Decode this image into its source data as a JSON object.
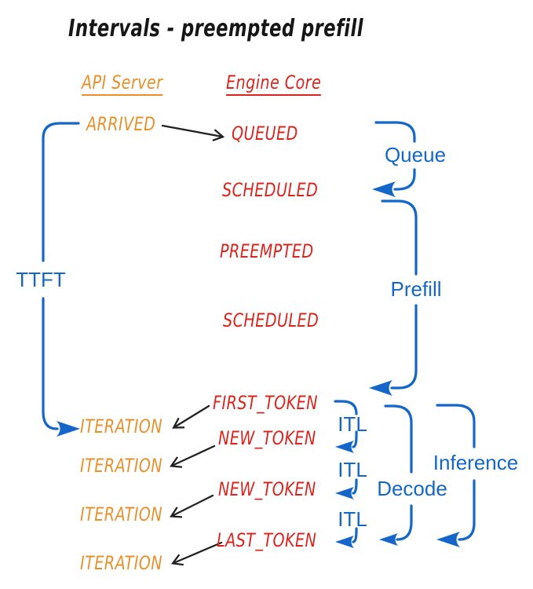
{
  "title": "Intervals - preempted prefill",
  "columns": {
    "api_server": {
      "header": "API Server",
      "color": "#e8912b"
    },
    "engine_core": {
      "header": "Engine Core",
      "color": "#dc241e"
    }
  },
  "api_events": {
    "arrived": "ARRIVED",
    "iteration1": "ITERATION",
    "iteration2": "ITERATION",
    "iteration3": "ITERATION",
    "iteration4": "ITERATION"
  },
  "engine_events": {
    "queued": "QUEUED",
    "scheduled1": "SCHEDULED",
    "preempted": "PREEMPTED",
    "scheduled2": "SCHEDULED",
    "first_token": "FIRST_TOKEN",
    "new_token1": "NEW_TOKEN",
    "new_token2": "NEW_TOKEN",
    "last_token": "LAST_TOKEN"
  },
  "intervals": {
    "ttft": "TTFT",
    "queue": "Queue",
    "prefill": "Prefill",
    "itl1": "ITL",
    "itl2": "ITL",
    "itl3": "ITL",
    "decode": "Decode",
    "inference": "Inference",
    "color": "#1467c8"
  },
  "arrow_color": "#222222"
}
